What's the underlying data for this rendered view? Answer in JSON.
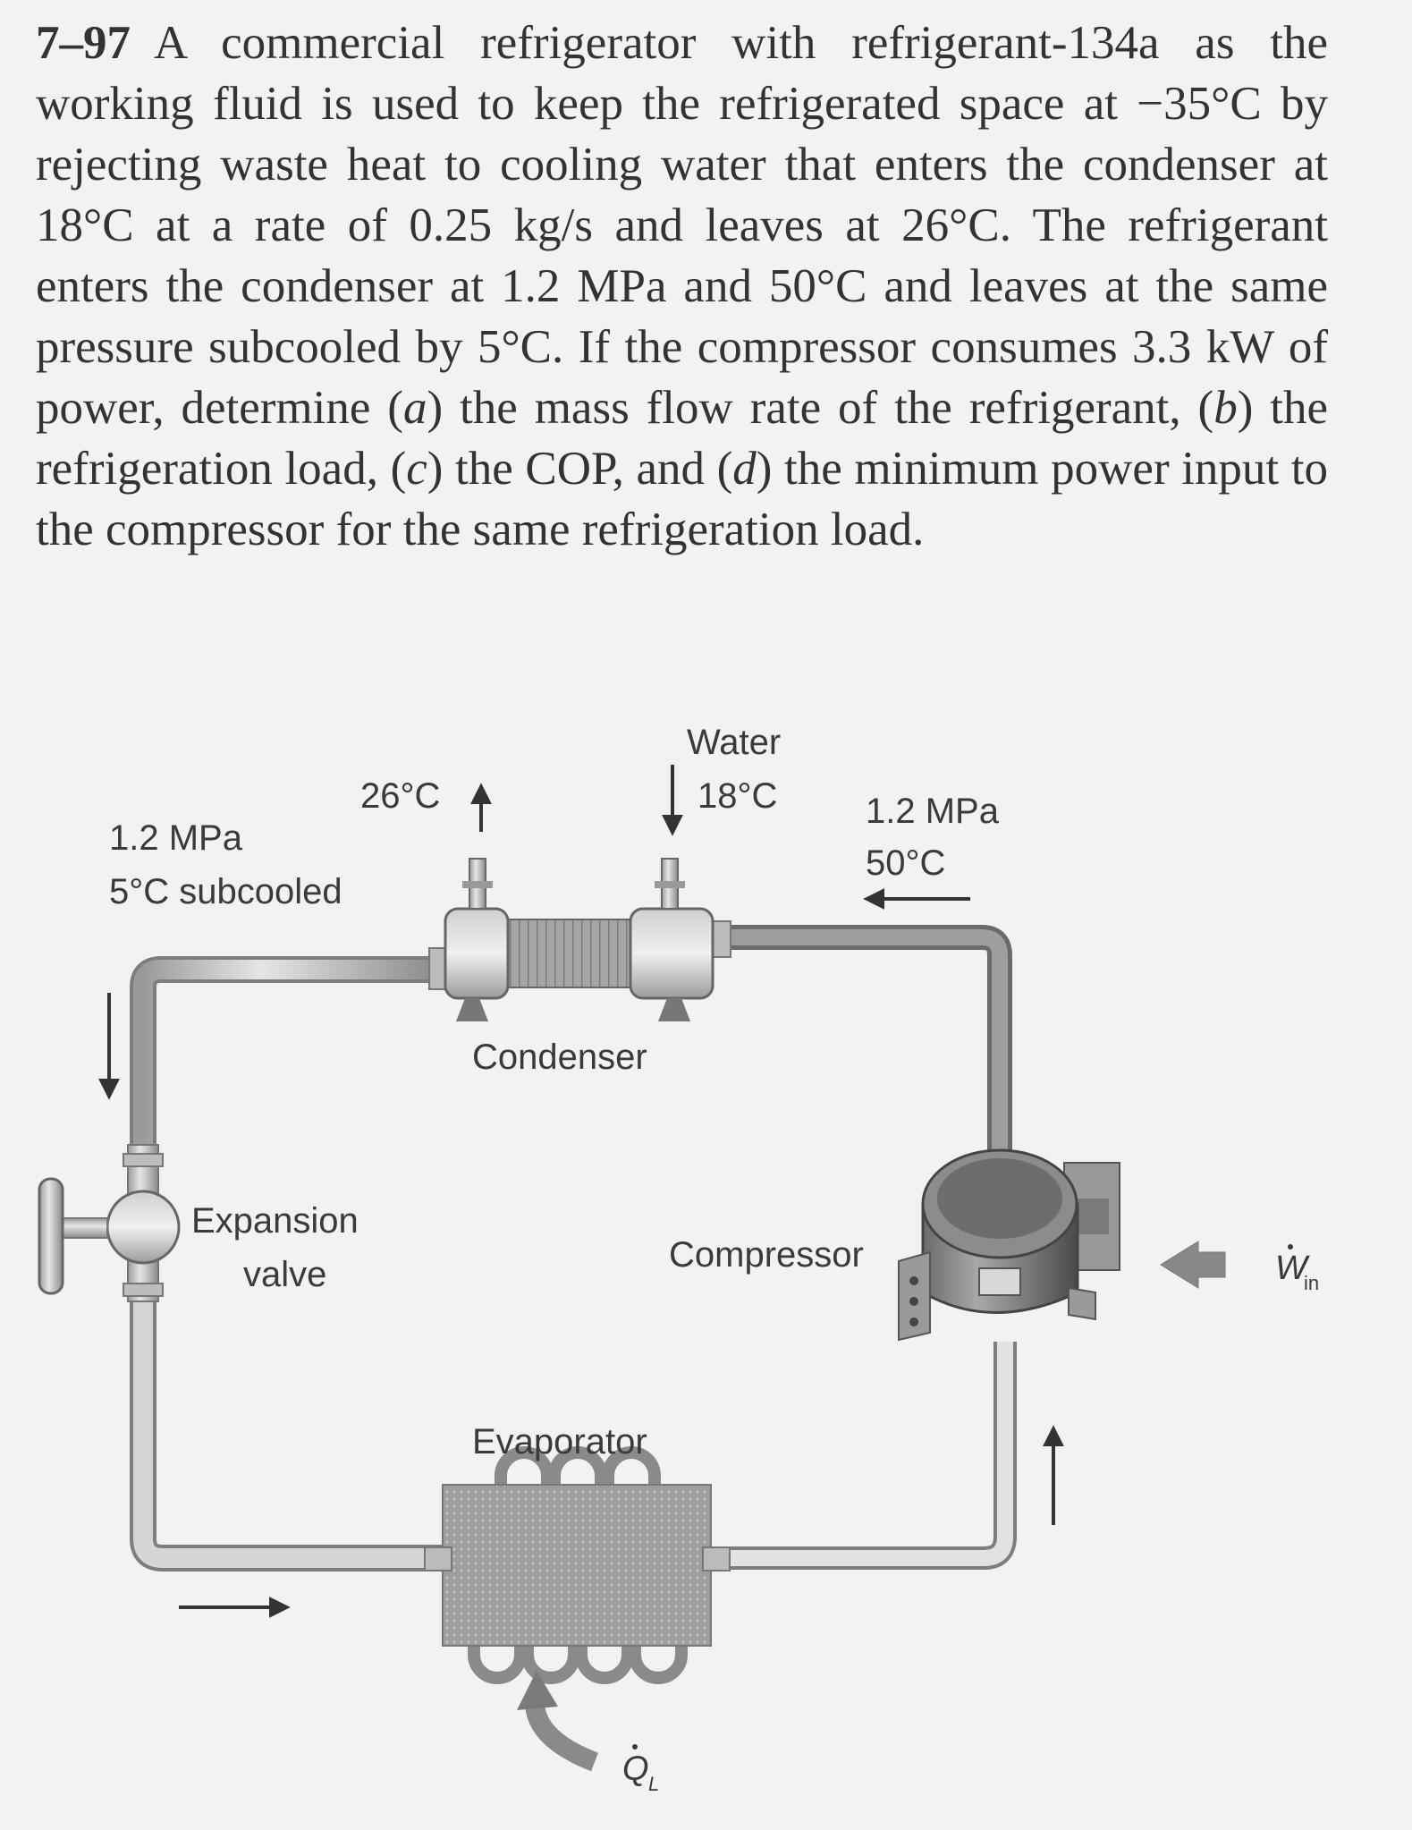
{
  "problem": {
    "number": "7–97",
    "text_1": "A commercial refrigerator with refrigerant-134a as the working fluid is used to keep the refrigerated space at −35°C by rejecting waste heat to cooling water that enters the condenser at 18°C at a rate of 0.25 kg/s and leaves at 26°C. The refrigerant enters the condenser at 1.2 MPa and 50°C and leaves at the same pressure subcooled by 5°C. If the compressor consumes 3.3 kW of power, determine (",
    "part_a": "a",
    "text_2": ") the mass flow rate of the refrigerant, (",
    "part_b": "b",
    "text_3": ") the refrigeration load, (",
    "part_c": "c",
    "text_4": ") the COP, and (",
    "part_d": "d",
    "text_5": ") the minimum power input to the compressor for the same refrigeration load."
  },
  "figure": {
    "water": "Water",
    "water_in_temp": "18°C",
    "water_out_temp": "26°C",
    "cond_out_pressure": "1.2 MPa",
    "cond_out_state": "5°C subcooled",
    "cond_in_pressure": "1.2 MPa",
    "cond_in_temp": "50°C",
    "condenser": "Condenser",
    "expansion_1": "Expansion",
    "expansion_2": "valve",
    "compressor": "Compressor",
    "evaporator": "Evaporator",
    "w_in_symbol": "W",
    "w_in_sub": "in",
    "q_l_symbol": "Q",
    "q_l_sub": "L"
  }
}
